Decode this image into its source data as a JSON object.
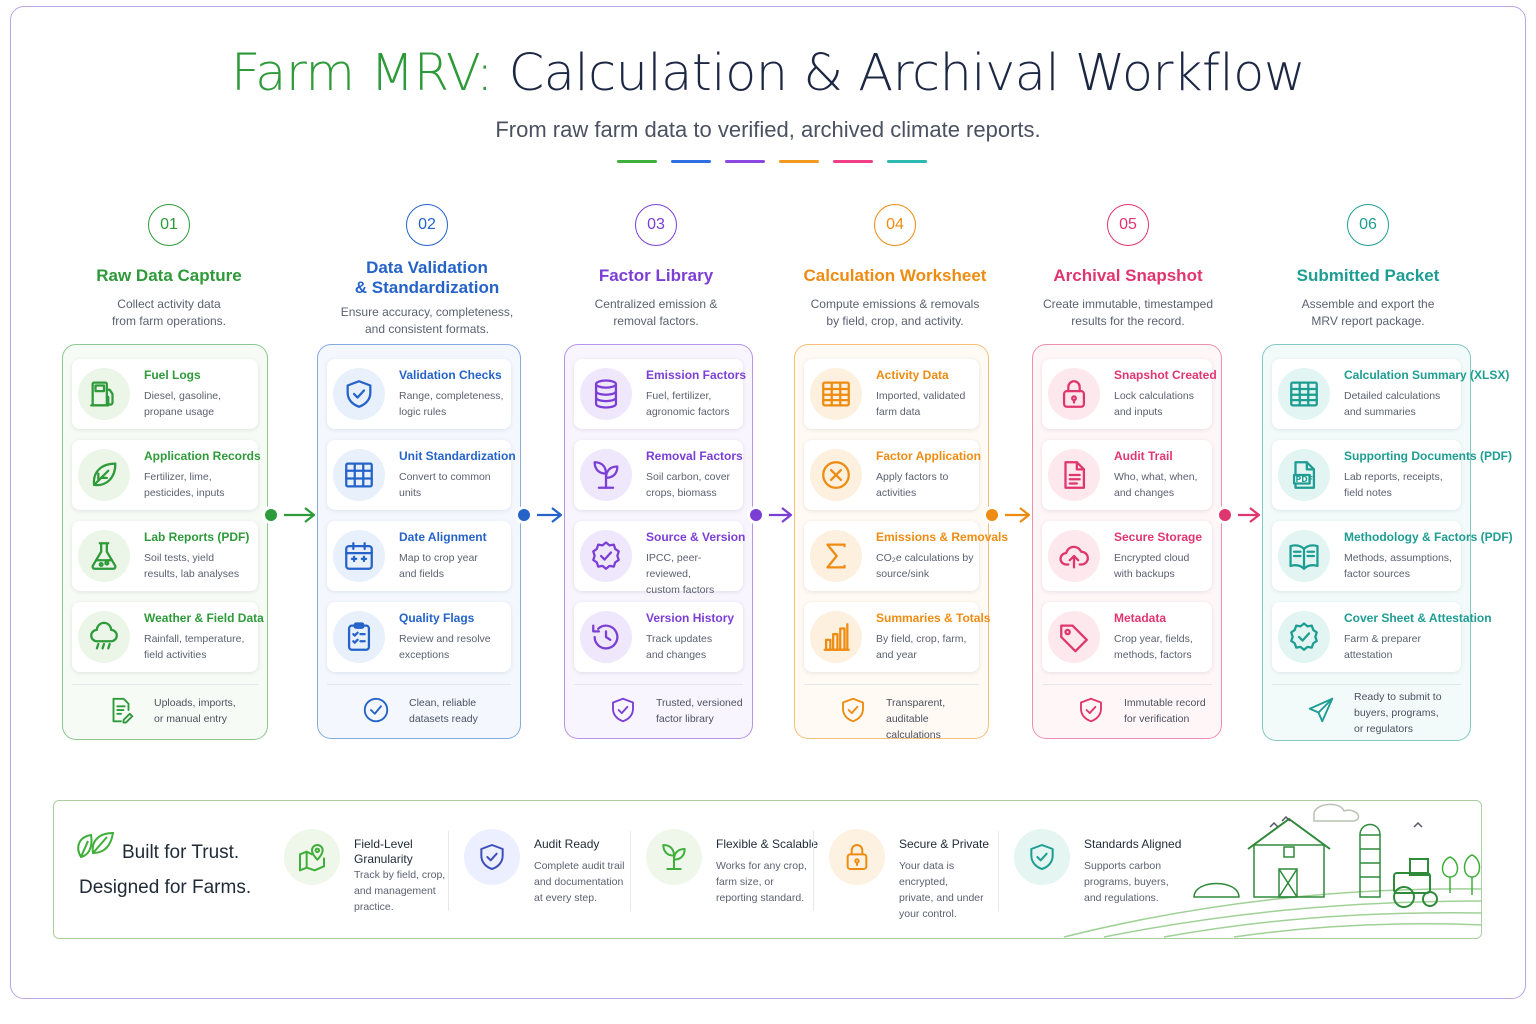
{
  "header": {
    "title_part1": "Farm MRV:",
    "title_part2": "Calculation & Archival Workflow",
    "subtitle": "From raw farm data to verified, archived climate reports.",
    "swatches": [
      "#3fae3a",
      "#2d6fe0",
      "#8b47e0",
      "#f29a1f",
      "#ef3f86",
      "#2bb8b0"
    ]
  },
  "steps": [
    {
      "num": "01",
      "title": "Raw Data Capture",
      "title2": "",
      "desc1": "Collect activity data",
      "desc2": "from farm operations.",
      "color": "#2e9a3a",
      "bg": "#f7fbf5",
      "tint": "#ecf6e8",
      "items": [
        {
          "title": "Fuel Logs",
          "d1": "Diesel, gasoline,",
          "d2": "propane usage",
          "icon": "fuel-pump-icon"
        },
        {
          "title": "Application Records",
          "d1": "Fertilizer, lime,",
          "d2": "pesticides, inputs",
          "icon": "leaf-icon"
        },
        {
          "title": "Lab Reports (PDF)",
          "d1": "Soil tests, yield",
          "d2": "results, lab analyses",
          "icon": "flask-icon"
        },
        {
          "title": "Weather & Field Data",
          "d1": "Rainfall, temperature,",
          "d2": "field activities",
          "icon": "rain-cloud-icon"
        }
      ],
      "footer": {
        "t1": "Uploads, imports,",
        "t2": "or manual entry",
        "t3": "",
        "icon": "document-edit-icon"
      }
    },
    {
      "num": "02",
      "title": "Data Validation",
      "title2": "& Standardization",
      "desc1": "Ensure accuracy, completeness,",
      "desc2": "and consistent formats.",
      "color": "#2563c9",
      "bg": "#f4f8fe",
      "tint": "#e8f0fc",
      "items": [
        {
          "title": "Validation Checks",
          "d1": "Range, completeness,",
          "d2": "logic rules",
          "icon": "shield-check-icon"
        },
        {
          "title": "Unit Standardization",
          "d1": "Convert to common",
          "d2": "units",
          "icon": "grid-table-icon"
        },
        {
          "title": "Date Alignment",
          "d1": "Map to crop year",
          "d2": "and fields",
          "icon": "calendar-icon"
        },
        {
          "title": "Quality Flags",
          "d1": "Review and resolve",
          "d2": "exceptions",
          "icon": "clipboard-icon"
        }
      ],
      "footer": {
        "t1": "Clean, reliable",
        "t2": "datasets ready",
        "t3": "",
        "icon": "check-circle-icon"
      }
    },
    {
      "num": "03",
      "title": "Factor Library",
      "title2": "",
      "desc1": "Centralized emission &",
      "desc2": "removal factors.",
      "color": "#7c3fd6",
      "bg": "#f8f5fe",
      "tint": "#efe7fb",
      "items": [
        {
          "title": "Emission Factors",
          "d1": "Fuel, fertilizer,",
          "d2": "agronomic factors",
          "icon": "database-icon"
        },
        {
          "title": "Removal Factors",
          "d1": "Soil carbon, cover",
          "d2": "crops, biomass",
          "icon": "sprout-icon"
        },
        {
          "title": "Source & Version",
          "d1": "IPCC, peer-reviewed,",
          "d2": "custom factors",
          "icon": "badge-check-icon"
        },
        {
          "title": "Version History",
          "d1": "Track updates",
          "d2": "and changes",
          "icon": "history-clock-icon"
        }
      ],
      "footer": {
        "t1": "Trusted, versioned",
        "t2": "factor library",
        "t3": "",
        "icon": "shield-check-icon"
      }
    },
    {
      "num": "04",
      "title": "Calculation Worksheet",
      "title2": "",
      "desc1": "Compute emissions & removals",
      "desc2": "by field, crop, and activity.",
      "color": "#ee8c12",
      "bg": "#fffaf3",
      "tint": "#fdf0de",
      "items": [
        {
          "title": "Activity Data",
          "d1": "Imported, validated",
          "d2": "farm data",
          "icon": "spreadsheet-icon"
        },
        {
          "title": "Factor Application",
          "d1": "Apply factors to",
          "d2": "activities",
          "icon": "multiply-icon"
        },
        {
          "title": "Emissions & Removals",
          "d1": "CO₂e calculations by",
          "d2": "source/sink",
          "icon": "sigma-icon"
        },
        {
          "title": "Summaries & Totals",
          "d1": "By field, crop, farm,",
          "d2": "and year",
          "icon": "bar-chart-icon"
        }
      ],
      "footer": {
        "t1": "Transparent, auditable",
        "t2": "calculations",
        "t3": "",
        "icon": "shield-check-icon"
      }
    },
    {
      "num": "05",
      "title": "Archival Snapshot",
      "title2": "",
      "desc1": "Create immutable, timestamped",
      "desc2": "results for the record.",
      "color": "#e0366f",
      "bg": "#fff6f8",
      "tint": "#fde8ee",
      "items": [
        {
          "title": "Snapshot Created",
          "d1": "Lock calculations",
          "d2": "and inputs",
          "icon": "lock-icon"
        },
        {
          "title": "Audit Trail",
          "d1": "Who, what, when,",
          "d2": "and changes",
          "icon": "document-lines-icon"
        },
        {
          "title": "Secure Storage",
          "d1": "Encrypted cloud",
          "d2": "with backups",
          "icon": "cloud-upload-icon"
        },
        {
          "title": "Metadata",
          "d1": "Crop year, fields,",
          "d2": "methods, factors",
          "icon": "tag-icon"
        }
      ],
      "footer": {
        "t1": "Immutable record",
        "t2": "for verification",
        "t3": "",
        "icon": "shield-check-icon"
      }
    },
    {
      "num": "06",
      "title": "Submitted Packet",
      "title2": "",
      "desc1": "Assemble and export the",
      "desc2": "MRV report package.",
      "color": "#1e9d93",
      "bg": "#f3fbfa",
      "tint": "#e3f5f3",
      "items": [
        {
          "title": "Calculation Summary (XLSX)",
          "d1": "Detailed calculations",
          "d2": "and summaries",
          "icon": "spreadsheet-icon"
        },
        {
          "title": "Supporting Documents (PDF)",
          "d1": "Lab reports, receipts,",
          "d2": "field notes",
          "icon": "pdf-file-icon"
        },
        {
          "title": "Methodology & Factors (PDF)",
          "d1": "Methods, assumptions,",
          "d2": "factor sources",
          "icon": "open-book-icon"
        },
        {
          "title": "Cover Sheet & Attestation",
          "d1": "Farm & preparer",
          "d2": "attestation",
          "icon": "badge-check-icon"
        }
      ],
      "footer": {
        "t1": "Ready to submit to",
        "t2": "buyers, programs,",
        "t3": "or regulators",
        "icon": "paper-plane-icon"
      }
    }
  ],
  "trust": {
    "line1": "Built for Trust.",
    "line2": "Designed for Farms.",
    "features": [
      {
        "t1": "Field-Level",
        "t2": "Granularity",
        "d1": "Track by field, crop,",
        "d2": "and management",
        "d3": "practice.",
        "color": "#3fae3a",
        "bg": "#eef7ea",
        "icon": "map-pin-icon"
      },
      {
        "t1": "Audit Ready",
        "t2": "",
        "d1": "Complete audit trail",
        "d2": "and documentation",
        "d3": "at every step.",
        "color": "#3d4fb8",
        "bg": "#ecefff",
        "icon": "shield-check-icon"
      },
      {
        "t1": "Flexible & Scalable",
        "t2": "",
        "d1": "Works for any crop,",
        "d2": "farm size, or",
        "d3": "reporting standard.",
        "color": "#3fae3a",
        "bg": "#eef7ea",
        "icon": "sprout-icon"
      },
      {
        "t1": "Secure & Private",
        "t2": "",
        "d1": "Your data is encrypted,",
        "d2": "private, and under",
        "d3": "your control.",
        "color": "#ee8c12",
        "bg": "#fdf1e2",
        "icon": "lock-icon"
      },
      {
        "t1": "Standards Aligned",
        "t2": "",
        "d1": "Supports carbon",
        "d2": "programs, buyers,",
        "d3": "and regulations.",
        "color": "#1e9d93",
        "bg": "#e4f5f2",
        "icon": "shield-check-icon"
      }
    ]
  }
}
